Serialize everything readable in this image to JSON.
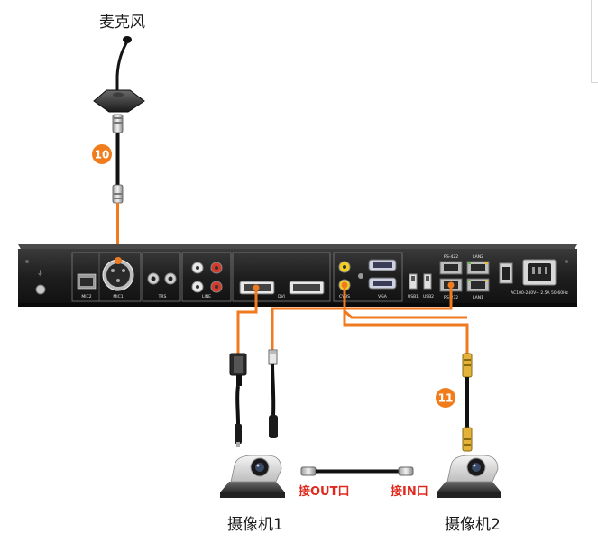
{
  "labels": {
    "microphone": "麦克风",
    "camera1": "摄像机1",
    "camera2": "摄像机2",
    "out_port": "接OUT口",
    "in_port": "接IN口"
  },
  "markers": {
    "m10": "10",
    "m11": "11"
  },
  "panel": {
    "mic2": "MIC2",
    "mic1": "MIC1",
    "trs": "TRS",
    "line": "LINE",
    "dvi": "DVI",
    "cvbs": "CVBS",
    "vga": "VGA",
    "usb1": "USB1",
    "usb2": "USB2",
    "rs422_top": "RS-422",
    "rs232": "RS-232",
    "lan2": "LAN2",
    "lan1": "LAN1",
    "power": "AC100-240V~ 2.5A 50-60Hz"
  },
  "colors": {
    "cable_orange": "#ef7a1f",
    "marker_orange": "#f07c1c",
    "label_red": "#e0281c",
    "device_body": "#1c1c1c"
  }
}
